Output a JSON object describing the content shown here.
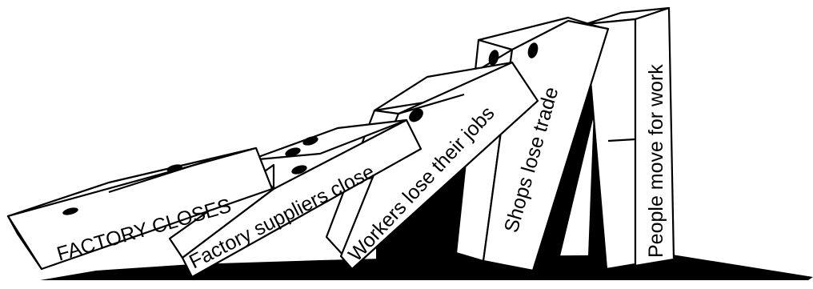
{
  "dominoes": [
    {
      "label": "FACTORY CLOSES"
    },
    {
      "label": "Factory suppliers close"
    },
    {
      "label": "Workers lose their jobs"
    },
    {
      "label": "Shops lose trade"
    },
    {
      "label": "People move for work"
    }
  ]
}
